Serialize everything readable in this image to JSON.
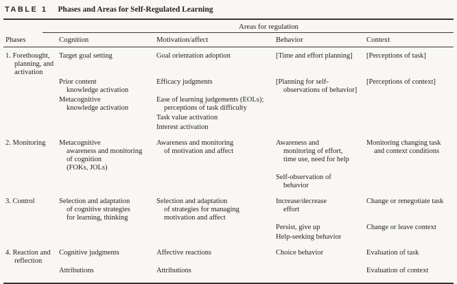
{
  "title": {
    "label": "TABLE 1",
    "text": "Phases and Areas for Self-Regulated Learning"
  },
  "table": {
    "spanner": "Areas for regulation",
    "columns": [
      "Phases",
      "Cognition",
      "Motivation/affect",
      "Behavior",
      "Context"
    ],
    "phases": [
      {
        "label": "1. Forethought,\nplanning, and\nactivation",
        "subrows": [
          {
            "cognition": "Target goal setting",
            "motivation": "Goal orientation adoption",
            "behavior": "[Time and effort planning]",
            "context": "[Perceptions of task]"
          },
          {
            "cognition": "Prior content\nknowledge activation",
            "motivation": "Efficacy judgments",
            "behavior": "[Planning for self-\nobservations of behavior]",
            "context": "[Perceptions of context]"
          },
          {
            "cognition": "Metacognitive\nknowledge activation",
            "motivation": "Ease of learning judgements (EOLs);\nperceptions of task difficulty"
          },
          {
            "motivation": "Task value activation"
          },
          {
            "motivation": "Interest activation"
          }
        ]
      },
      {
        "label": "2. Monitoring",
        "subrows": [
          {
            "cognition": "Metacognitive\nawareness and monitoring\nof cognition\n(FOKs, JOLs)",
            "motivation": "Awareness and monitoring\nof motivation and affect",
            "behavior": "Awareness and\nmonitoring of effort,\ntime use, need for help",
            "context": "Monitoring changing task\nand context conditions"
          },
          {
            "behavior": "Self-observation of\nbehavior"
          }
        ]
      },
      {
        "label": "3. Control",
        "subrows": [
          {
            "cognition": "Selection and adaptation\nof cognitive strategies\nfor learning, thinking",
            "motivation": "Selection and adaptation\nof strategies for managing\nmotivation and affect",
            "behavior": "Increase/decrease\neffort",
            "context": "Change or renegotiate task"
          },
          {
            "behavior": "Persist, give up",
            "context": "Change or leave context"
          },
          {
            "behavior": "Help-seeking behavior"
          }
        ]
      },
      {
        "label": "4. Reaction and\nreflection",
        "subrows": [
          {
            "cognition": "Cognitive judgments",
            "motivation": "Affective reactions",
            "behavior": "Choice behavior",
            "context": "Evaluation of task"
          },
          {
            "cognition": "Attributions",
            "motivation": "Attributions",
            "context": "Evaluation of context"
          }
        ]
      }
    ]
  }
}
